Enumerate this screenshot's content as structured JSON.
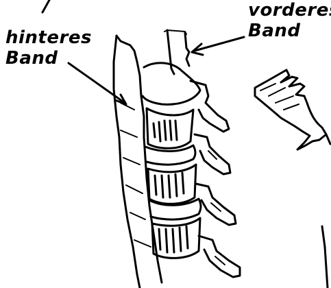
{
  "labels": {
    "hinteres": {
      "line1": "hinteres",
      "line2": "Band"
    },
    "vorderes": {
      "line1": "vorderes",
      "line2": "Band"
    }
  },
  "colors": {
    "ink": "#000000",
    "background": "#ffffff"
  }
}
